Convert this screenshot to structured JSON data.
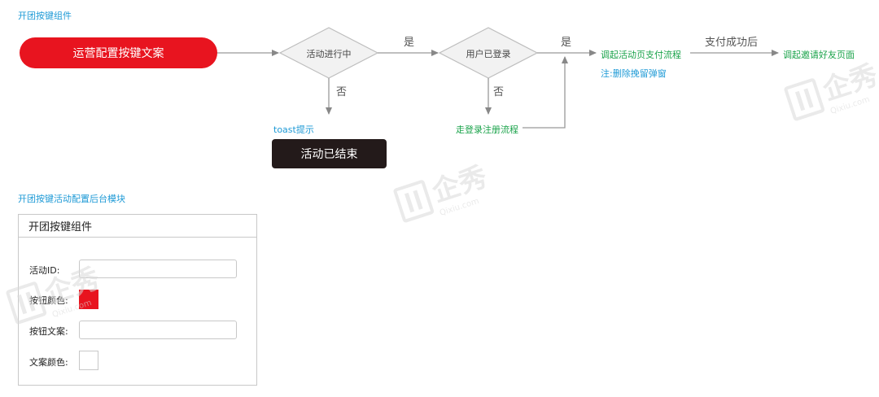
{
  "flow_section_title": "开团按键组件",
  "flow": {
    "start": "运营配置按键文案",
    "decision_activity": "活动进行中",
    "decision_login": "用户已登录",
    "yes_1": "是",
    "yes_2": "是",
    "no_1": "否",
    "no_2": "否",
    "toast_hint": "toast提示",
    "activity_ended": "活动已结束",
    "login_register": "走登录注册流程",
    "open_payment": "调起活动页支付流程",
    "note_delete": "注:删除挽留弹窗",
    "pay_success": "支付成功后",
    "invite_friends": "调起邀请好友页面"
  },
  "backend_section_title": "开团按键活动配置后台模块",
  "panel": {
    "title": "开团按键组件",
    "activity_id_label": "活动ID:",
    "button_color_label": "按钮颜色:",
    "button_text_label": "按钮文案:",
    "text_color_label": "文案颜色:",
    "button_color_value": "#e8141f",
    "text_color_value": "#ffffff"
  },
  "watermark": {
    "brand": "企秀",
    "domain": "Qixiu.com"
  },
  "colors": {
    "accent_red": "#e8141f",
    "link_blue": "#1e9ad6",
    "success_green": "#1aa34a",
    "dark": "#231a1a"
  }
}
